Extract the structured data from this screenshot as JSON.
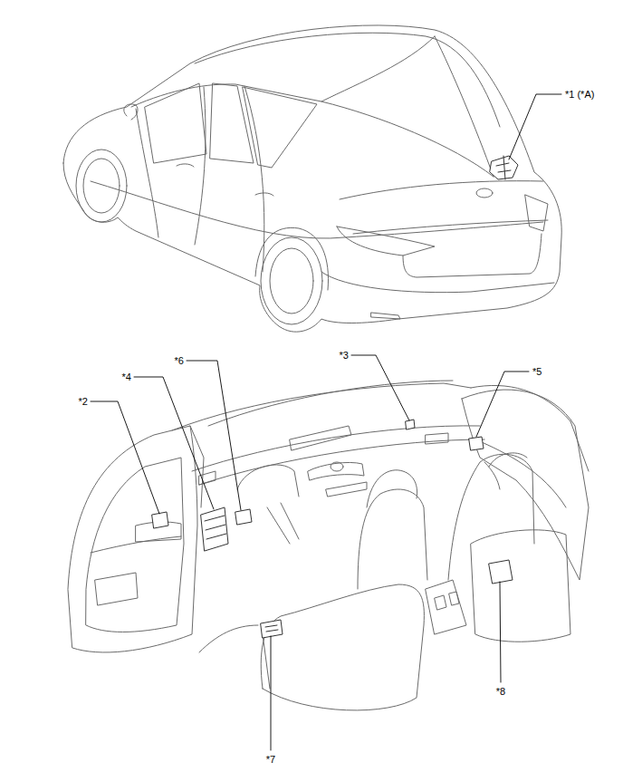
{
  "diagram": {
    "labels": [
      "*1 (*A)",
      "*2",
      "*3",
      "*4",
      "*5",
      "*6",
      "*7",
      "*8"
    ]
  }
}
